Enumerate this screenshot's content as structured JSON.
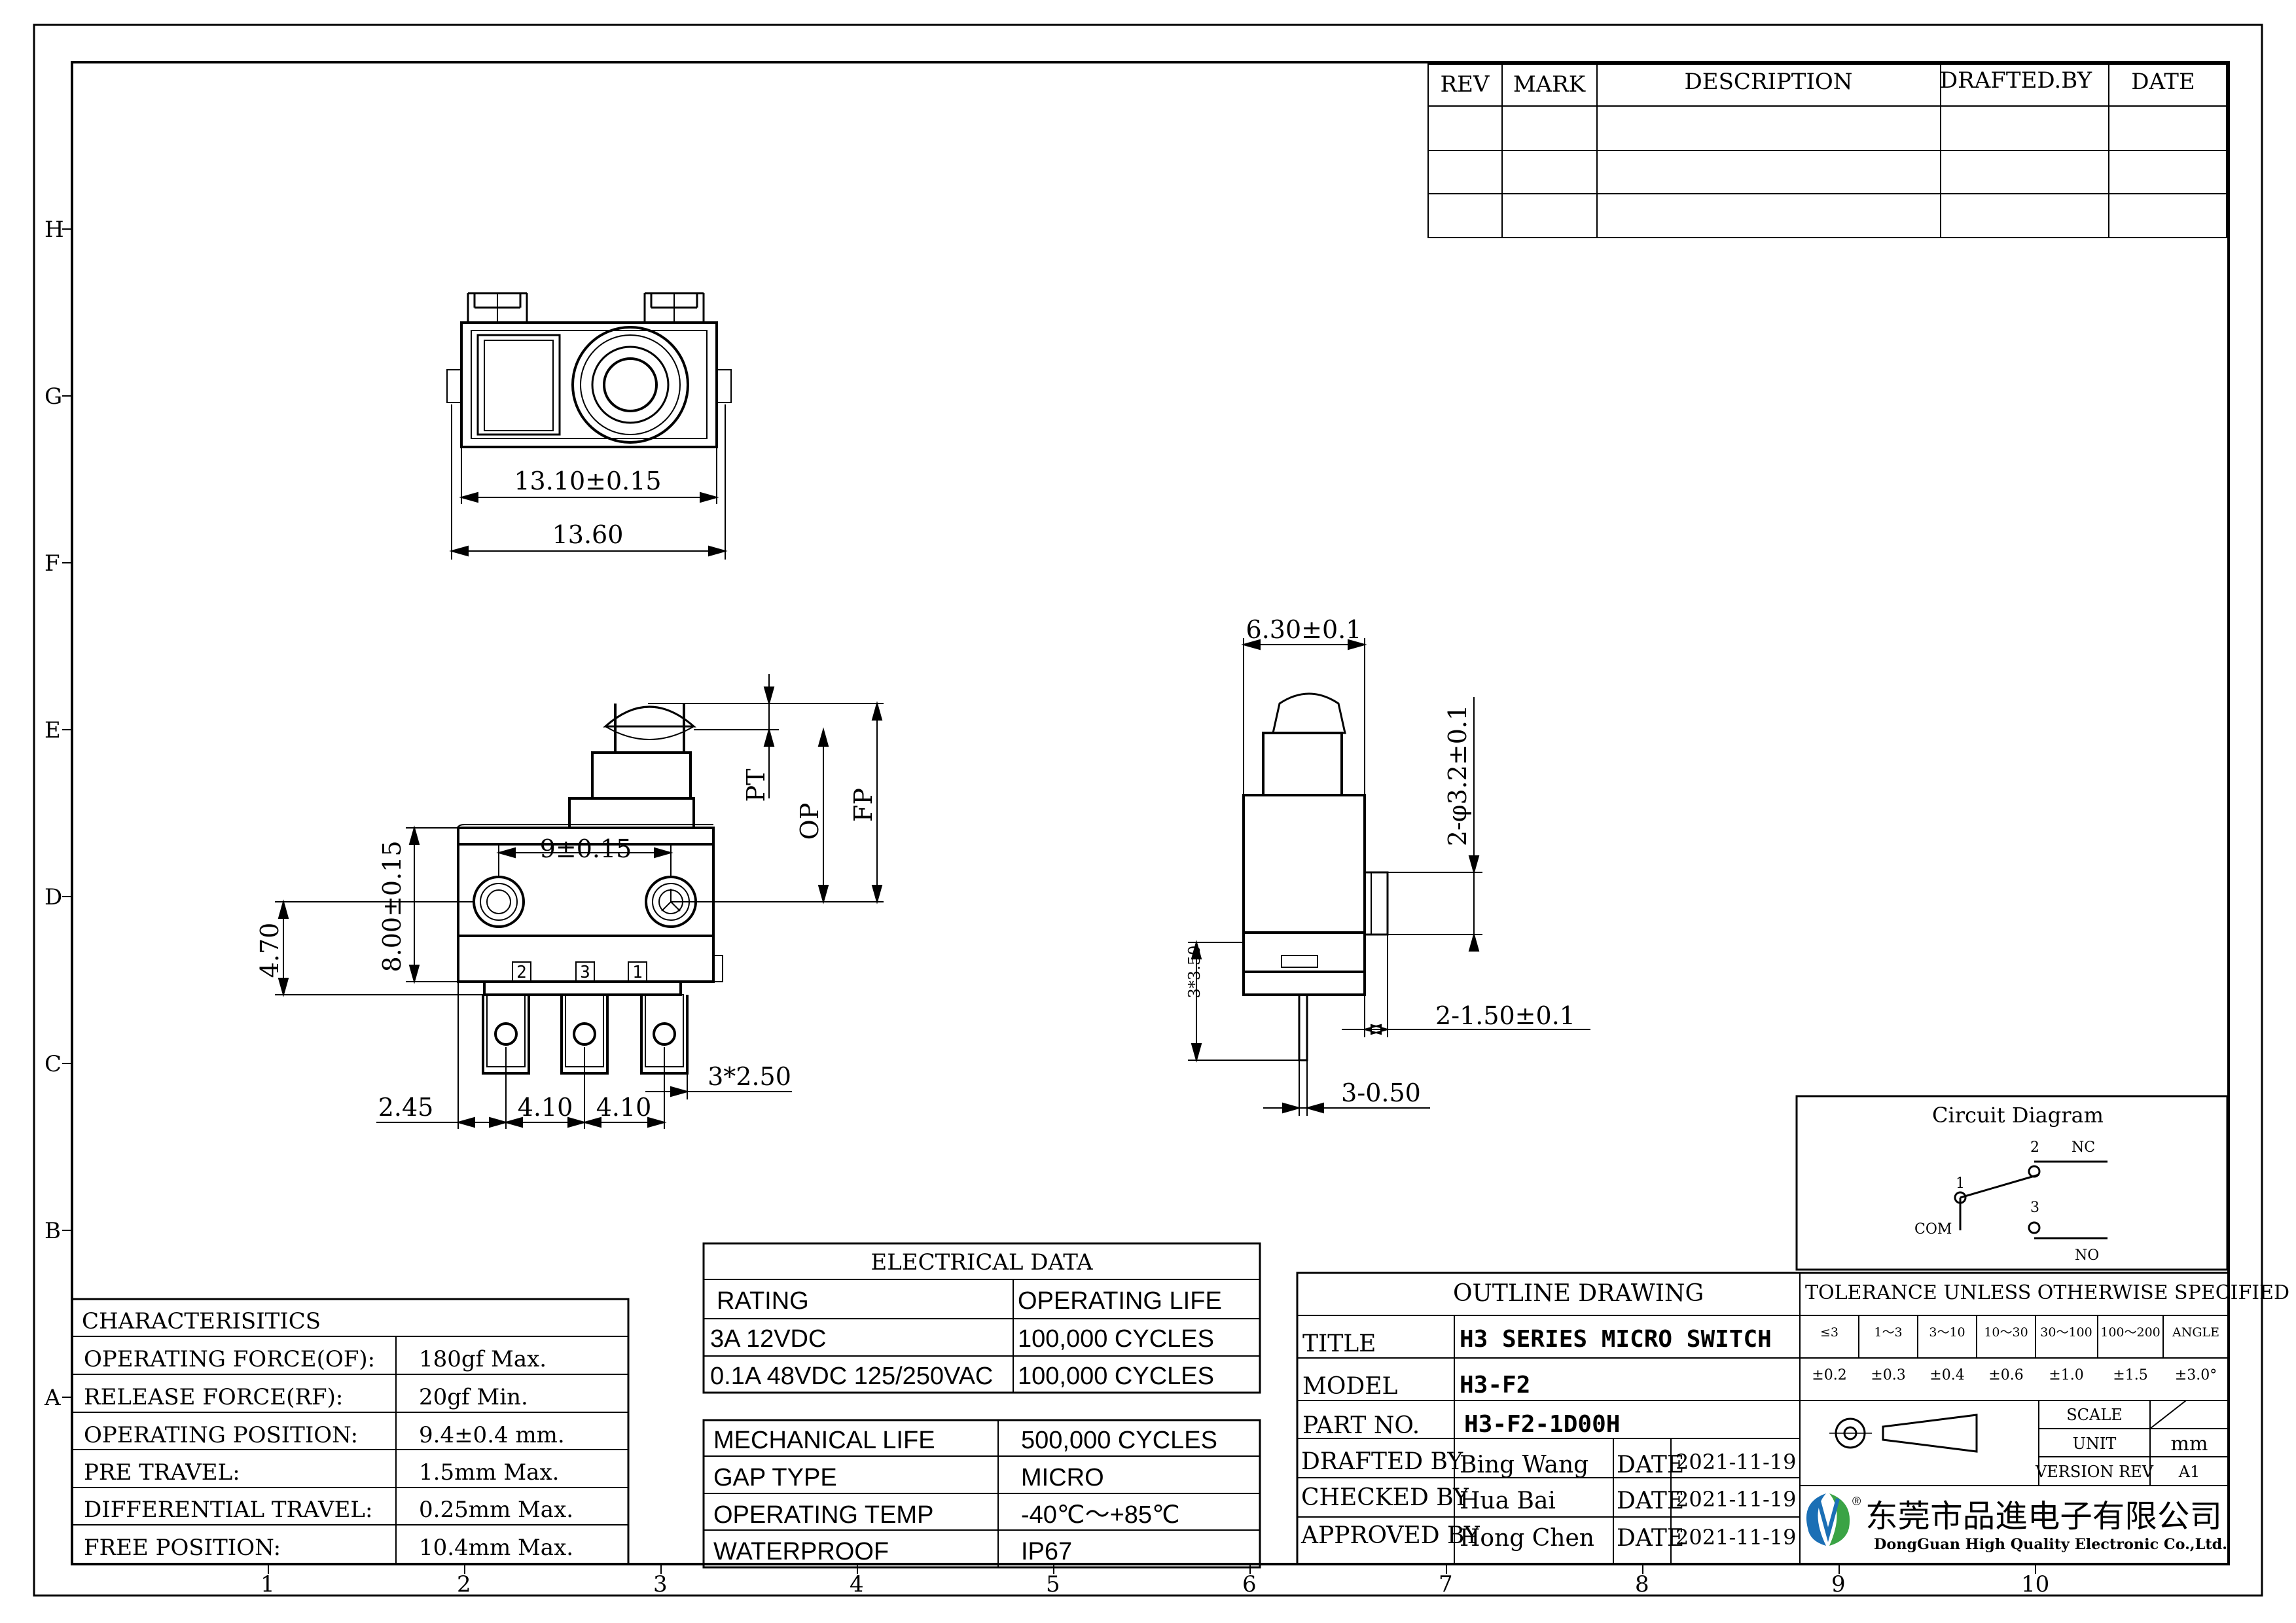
{
  "rev_table": {
    "headers": [
      "REV",
      "MARK",
      "DESCRIPTION",
      "DRAFTED.BY",
      "DATE"
    ]
  },
  "grid": {
    "rows": [
      "H",
      "G",
      "F",
      "E",
      "D",
      "C",
      "B",
      "A"
    ],
    "cols": [
      "1",
      "2",
      "3",
      "4",
      "5",
      "6",
      "7",
      "8",
      "9",
      "10"
    ]
  },
  "dims": {
    "top_width_tol": "13.10±0.15",
    "top_width": "13.60",
    "hole_spacing": "9±0.15",
    "height_tol": "8.00±0.15",
    "height": "4.70",
    "pt": "PT",
    "op": "OP",
    "fp": "FP",
    "left_offset": "2.45",
    "pitch1": "4.10",
    "pitch2": "4.10",
    "terminal_width": "3*2.50",
    "terminal_labels": [
      "2",
      "3",
      "1"
    ],
    "side_width": "6.30±0.1",
    "side_hole": "2-φ3.2±0.1",
    "side_terminal_len": "3*3.50",
    "side_thickness": "2-1.50±0.1",
    "side_terminal_thick": "3-0.50"
  },
  "circuit": {
    "title": "Circuit Diagram",
    "pin2": "2",
    "nc": "NC",
    "pin1": "1",
    "com": "COM",
    "pin3": "3",
    "no": "NO"
  },
  "characteristics": {
    "title": "CHARACTERISITICS",
    "rows": [
      {
        "label": "OPERATING FORCE(OF):",
        "value": "180gf Max."
      },
      {
        "label": "RELEASE FORCE(RF):",
        "value": "20gf Min."
      },
      {
        "label": "OPERATING POSITION:",
        "value": "9.4±0.4 mm."
      },
      {
        "label": "PRE TRAVEL:",
        "value": "1.5mm Max."
      },
      {
        "label": "DIFFERENTIAL TRAVEL:",
        "value": "0.25mm Max."
      },
      {
        "label": "FREE POSITION:",
        "value": "10.4mm Max."
      }
    ]
  },
  "electrical": {
    "title": "ELECTRICAL DATA",
    "headers": [
      "RATING",
      "OPERATING LIFE"
    ],
    "rows": [
      [
        "3A 12VDC",
        "100,000 CYCLES"
      ],
      [
        "0.1A 48VDC 125/250VAC",
        "100,000 CYCLES"
      ]
    ]
  },
  "mechanical": {
    "rows": [
      [
        "MECHANICAL LIFE",
        "500,000 CYCLES"
      ],
      [
        "GAP TYPE",
        "MICRO"
      ],
      [
        "OPERATING TEMP",
        "-40℃～+85℃"
      ],
      [
        "WATERPROOF",
        "IP67"
      ]
    ]
  },
  "title_block": {
    "heading": "OUTLINE DRAWING",
    "title_label": "TITLE",
    "title_value": "H3 SERIES MICRO SWITCH",
    "model_label": "MODEL",
    "model_value": "H3-F2",
    "part_label": "PART NO.",
    "part_value": "H3-F2-1D00H",
    "drafted_label": "DRAFTED BY",
    "drafted_name": "Bing Wang",
    "checked_label": "CHECKED BY",
    "checked_name": "Hua Bai",
    "approved_label": "APPROVED BY",
    "approved_name": "Hong Chen",
    "date_label": "DATE",
    "dates": [
      "2021-11-19",
      "2021-11-19",
      "2021-11-19"
    ]
  },
  "tolerance": {
    "heading": "TOLERANCE UNLESS OTHERWISE SPECIFIED",
    "ranges": [
      "≤3",
      "1～3",
      "3～10",
      "10～30",
      "30～100",
      "100～200",
      "ANGLE"
    ],
    "values": [
      "±0.2",
      "±0.3",
      "±0.4",
      "±0.6",
      "±1.0",
      "±1.5",
      "±3.0°"
    ],
    "scale_label": "SCALE",
    "unit_label": "UNIT",
    "unit_value": "mm",
    "version_label": "VERSION REV",
    "version_value": "A1"
  },
  "company": {
    "name_cn": "东莞市品進电子有限公司",
    "name_en": "DongGuan High Quality Electronic Co.,Ltd.",
    "reg": "®"
  },
  "colors": {
    "line": "#000000",
    "logo_blue": "#1b6fb5",
    "logo_green": "#3aa345"
  }
}
